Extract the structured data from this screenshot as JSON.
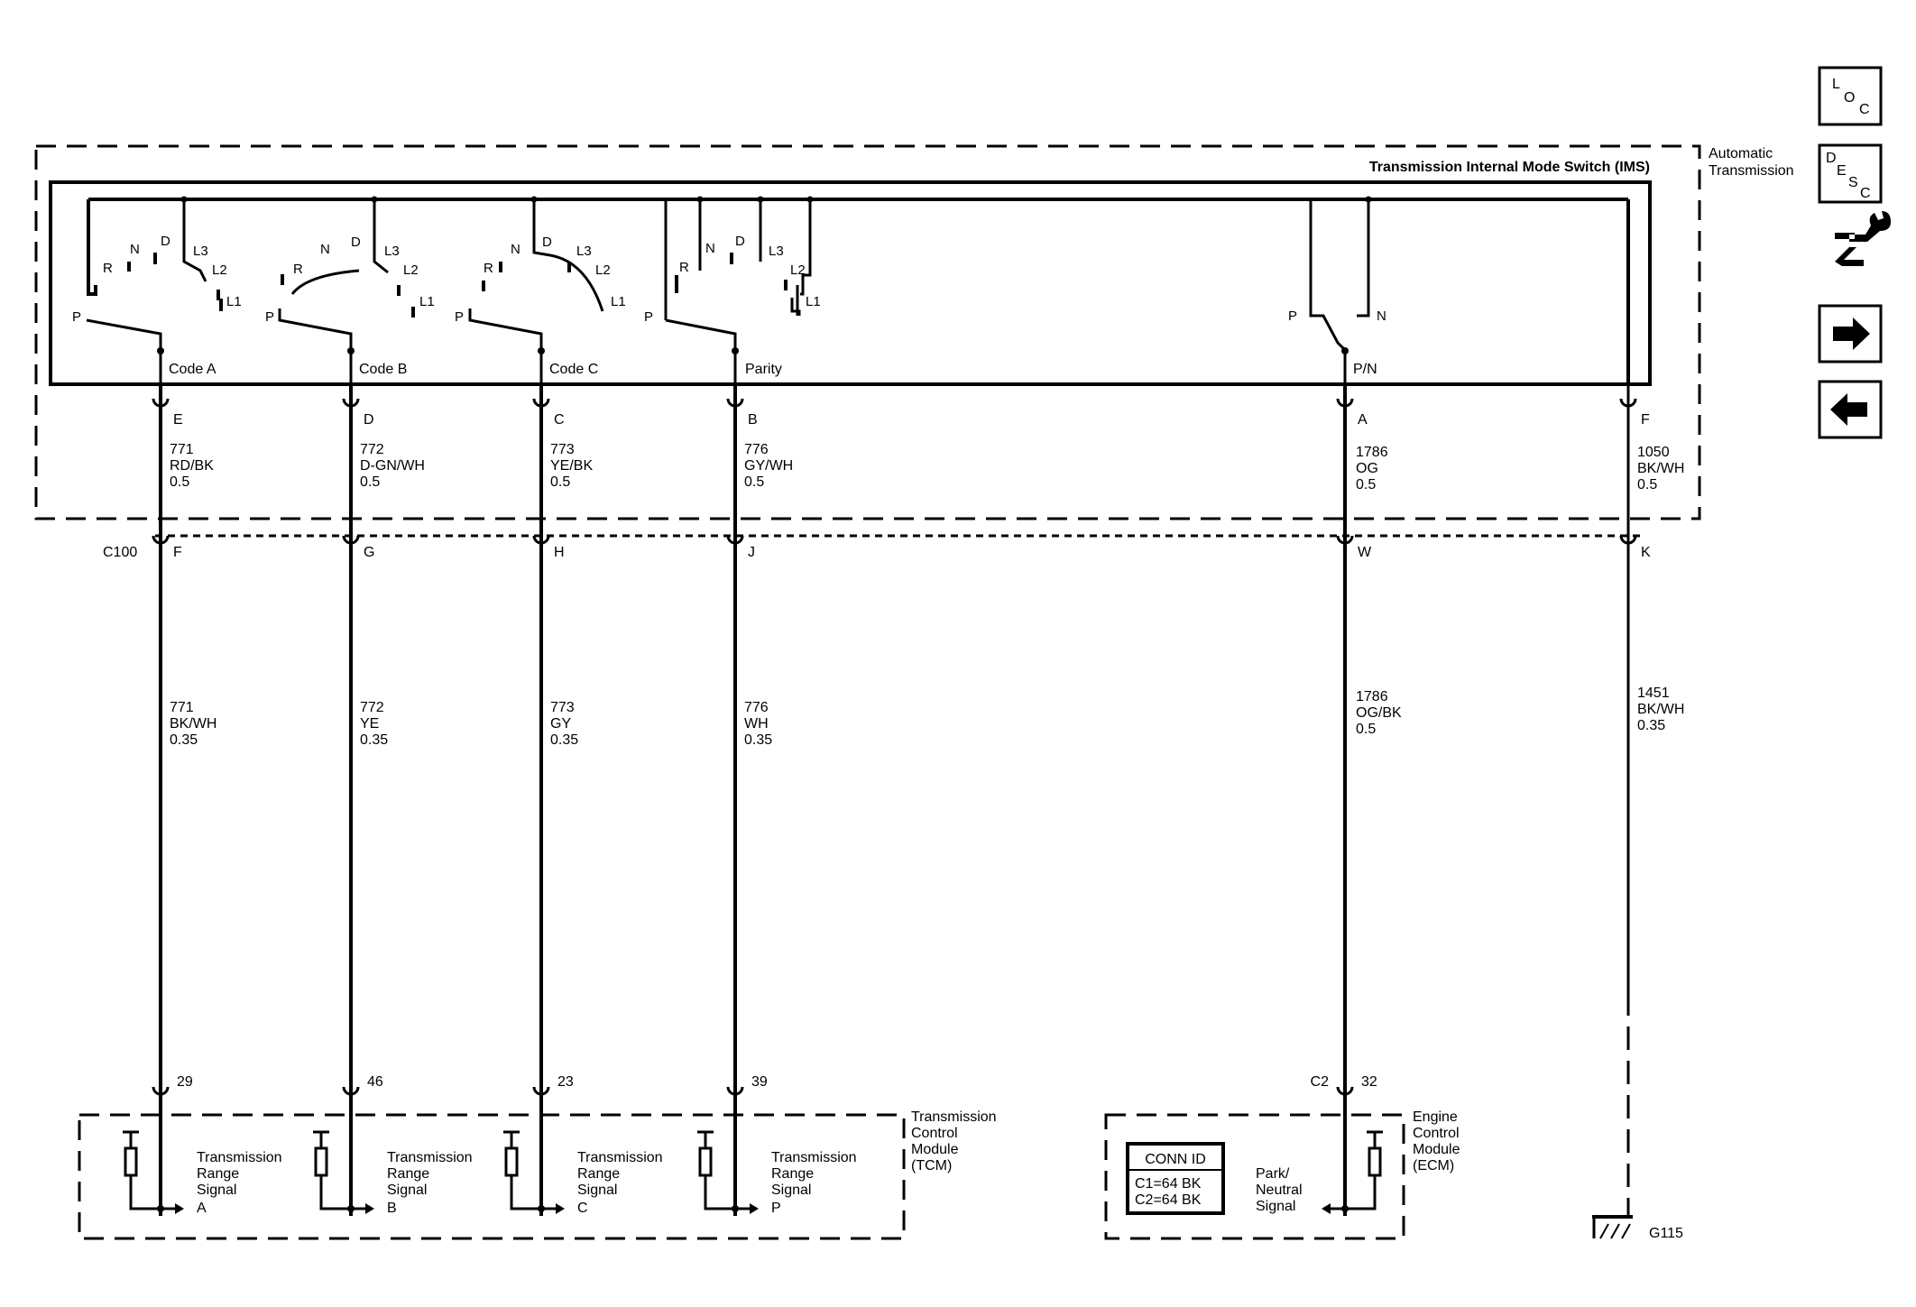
{
  "nav": {
    "loc": [
      "L",
      "O",
      "C"
    ],
    "desc": [
      "D",
      "E",
      "S",
      "C"
    ]
  },
  "ims": {
    "title": "Transmission Internal Mode Switch (IMS)",
    "outer_label_1": "Automatic",
    "outer_label_2": "Transmission"
  },
  "switches": [
    {
      "name": "Code A",
      "pos": [
        "P",
        "R",
        "N",
        "D",
        "L3",
        "L2",
        "L1"
      ],
      "pin": "E",
      "wire_upper": [
        "771",
        "RD/BK",
        "0.5"
      ],
      "c100_pin": "F",
      "wire_lower": [
        "771",
        "BK/WH",
        "0.35"
      ],
      "module_pin": "29",
      "signal": [
        "Transmission",
        "Range",
        "Signal",
        "A"
      ]
    },
    {
      "name": "Code B",
      "pos": [
        "P",
        "R",
        "N",
        "D",
        "L3",
        "L2",
        "L1"
      ],
      "pin": "D",
      "wire_upper": [
        "772",
        "D-GN/WH",
        "0.5"
      ],
      "c100_pin": "G",
      "wire_lower": [
        "772",
        "YE",
        "0.35"
      ],
      "module_pin": "46",
      "signal": [
        "Transmission",
        "Range",
        "Signal",
        "B"
      ]
    },
    {
      "name": "Code C",
      "pos": [
        "P",
        "R",
        "N",
        "D",
        "L3",
        "L2",
        "L1"
      ],
      "pin": "C",
      "wire_upper": [
        "773",
        "YE/BK",
        "0.5"
      ],
      "c100_pin": "H",
      "wire_lower": [
        "773",
        "GY",
        "0.35"
      ],
      "module_pin": "23",
      "signal": [
        "Transmission",
        "Range",
        "Signal",
        "C"
      ]
    },
    {
      "name": "Parity",
      "pos": [
        "P",
        "R",
        "N",
        "D",
        "L3",
        "L2",
        "L1"
      ],
      "pin": "B",
      "wire_upper": [
        "776",
        "GY/WH",
        "0.5"
      ],
      "c100_pin": "J",
      "wire_lower": [
        "776",
        "WH",
        "0.35"
      ],
      "module_pin": "39",
      "signal": [
        "Transmission",
        "Range",
        "Signal",
        "P"
      ]
    }
  ],
  "pn": {
    "name": "P/N",
    "pos": [
      "P",
      "N"
    ],
    "pin": "A",
    "wire_upper": [
      "1786",
      "OG",
      "0.5"
    ],
    "c100_pin": "W",
    "wire_lower": [
      "1786",
      "OG/BK",
      "0.5"
    ],
    "module_conn": "C2",
    "module_pin": "32",
    "signal": [
      "Park/",
      "Neutral",
      "Signal"
    ]
  },
  "ground": {
    "pin": "F",
    "wire_upper": [
      "1050",
      "BK/WH",
      "0.5"
    ],
    "c100_pin": "K",
    "wire_lower": [
      "1451",
      "BK/WH",
      "0.35"
    ],
    "ground_id": "G115"
  },
  "connector": {
    "id": "C100"
  },
  "tcm": {
    "label": [
      "Transmission",
      "Control",
      "Module",
      "(TCM)"
    ]
  },
  "ecm": {
    "label": [
      "Engine",
      "Control",
      "Module",
      "(ECM)"
    ],
    "conn_title": "CONN ID",
    "conn_rows": [
      "C1=64 BK",
      "C2=64 BK"
    ]
  }
}
